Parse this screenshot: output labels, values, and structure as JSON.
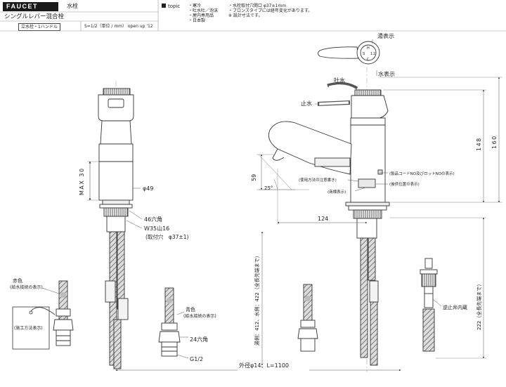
{
  "header": {
    "brand": "FAUCET",
    "category": "水栓",
    "product_name": "シングルレバー混合栓",
    "type_tag": "立水栓・1ハンドル",
    "scale": "S=1/2（単位 / mm） open up '12",
    "topic_label": "topic",
    "features": [
      "・寒冷",
      "・吐水吐／泡沫",
      "・屋内専用品",
      "・日本製"
    ],
    "notes": [
      "・水栓取付穴開口 φ37±1mm",
      "・ブロンズタイプには経年変化があります。",
      "※ 設計寸法です。"
    ]
  },
  "labels": {
    "max30": "MAX 30",
    "d49": "φ49",
    "hex46": "46六角",
    "w35": "W35山16",
    "hole": "(取付穴　φ37±1)",
    "red": "赤色",
    "red_note": "(給水接続の表示)",
    "install_note": "(施工方法表示)",
    "blue": "青色",
    "blue_note": "(給水接続の表示)",
    "hex24": "24六角",
    "g12": "G1/2",
    "hose": "外径φ14、L=1100",
    "hot": "湯表示",
    "spout": "吐水",
    "cold": "水表示",
    "stop": "止水",
    "d59": "59",
    "deg25": "25°",
    "dim124": "124",
    "dim148": "148",
    "dim160": "160",
    "dim222": "222（全長先端まで）",
    "dim412": "湯側：412、水側：422（全長先端まで）",
    "lot": "(製品コードNO及びロットNOの表示)",
    "caution": "(使用方法の注意書き)",
    "later": "(後供位置の表示)",
    "maker": "(商標表示)",
    "check_valve": "逆止弁内蔵",
    "dial": [
      "H",
      "C",
      "S",
      "1",
      "2"
    ]
  }
}
